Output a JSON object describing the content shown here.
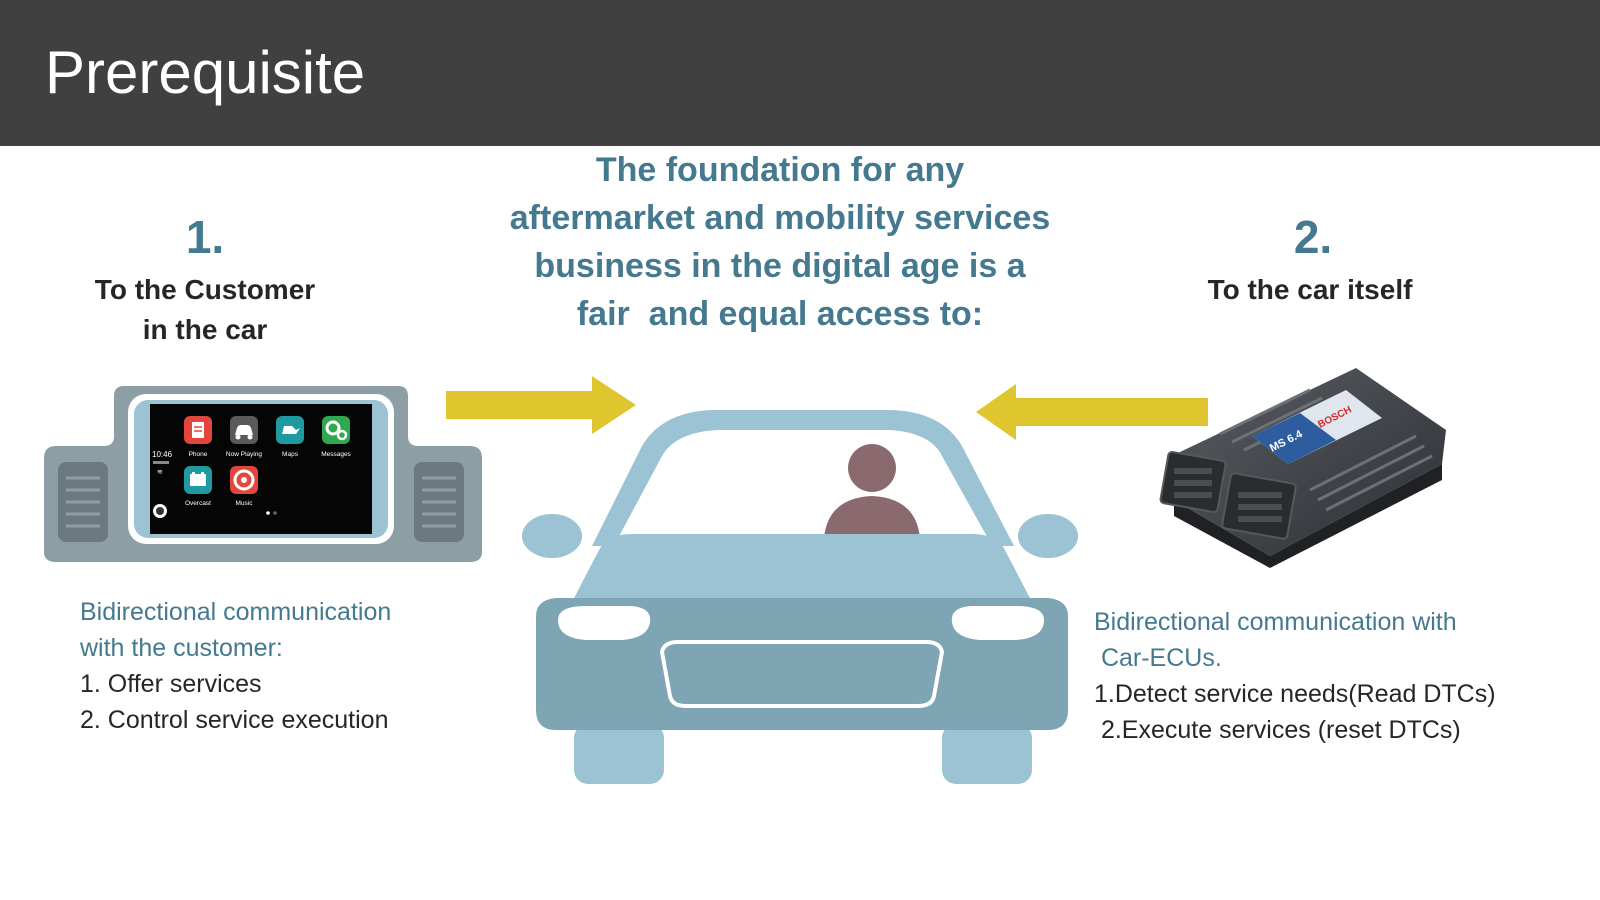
{
  "header": {
    "title": "Prerequisite"
  },
  "headline": {
    "lines": [
      "The foundation for any",
      "aftermarket and mobility services",
      "business in the digital age is a",
      "fair  and equal access to:"
    ]
  },
  "left": {
    "number": "1.",
    "label_lines": [
      "To the Customer",
      "in the car"
    ],
    "intro_lines": [
      "Bidirectional communication",
      "with the customer:"
    ],
    "items": [
      "1. Offer services",
      "2. Control service execution"
    ],
    "screen": {
      "time": "10:46",
      "apps": [
        {
          "label": "Phone",
          "icon": "phone-app-icon",
          "color": "#e2463d"
        },
        {
          "label": "Now Playing",
          "icon": "car-app-icon",
          "color": "#5a5a5a"
        },
        {
          "label": "Maps",
          "icon": "oil-can-app-icon",
          "color": "#1e9aa0"
        },
        {
          "label": "Messages",
          "icon": "gears-app-icon",
          "color": "#2fa84f"
        },
        {
          "label": "Overcast",
          "icon": "battery-app-icon",
          "color": "#1e9aa0"
        },
        {
          "label": "Music",
          "icon": "wheel-app-icon",
          "color": "#e2463d"
        }
      ]
    }
  },
  "right": {
    "number": "2.",
    "label": "To the car itself",
    "intro_lines": [
      "Bidirectional communication with",
      " Car-ECUs."
    ],
    "items": [
      "1.Detect service needs(Read DTCs)",
      " 2.Execute services (reset DTCs)"
    ],
    "ecu_label": "MS 6.4",
    "ecu_brand": "BOSCH"
  },
  "colors": {
    "header_bg": "#404040",
    "accent_teal": "#44798f",
    "arrow_yellow": "#dfc62f",
    "car_light": "#9cc3d4",
    "car_mid": "#7ea5b3",
    "driver": "#8a6a6e",
    "dash_gray": "#8e9ea5"
  }
}
